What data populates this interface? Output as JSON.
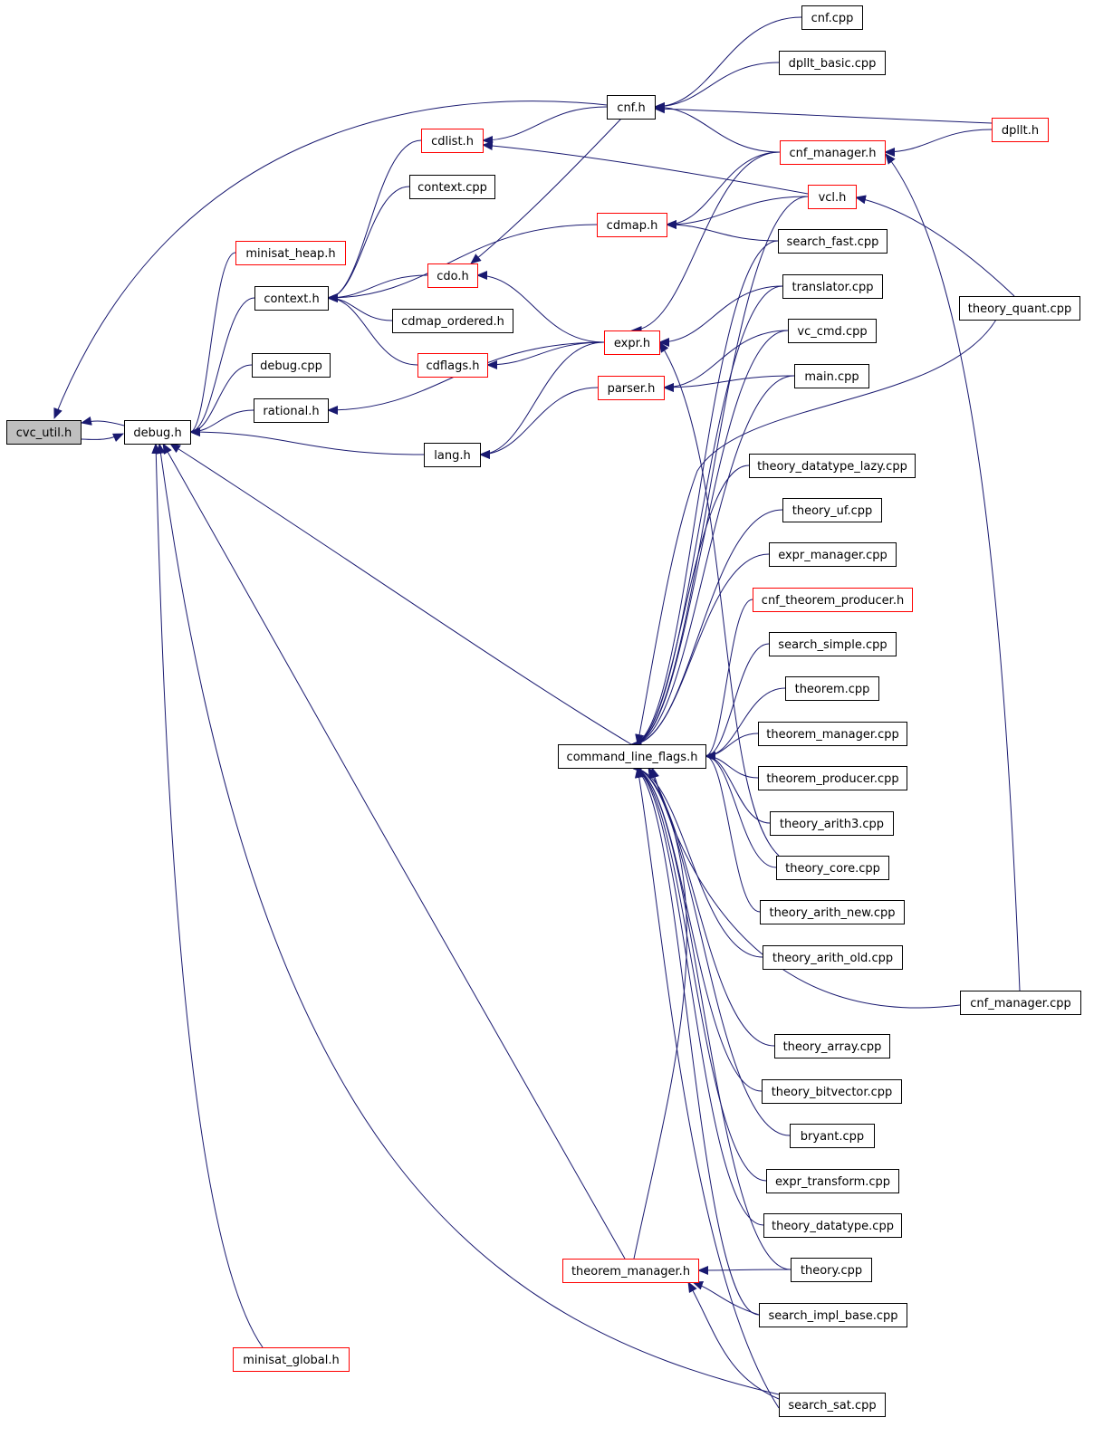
{
  "graph": {
    "colors": {
      "edge": "#191970",
      "border_normal": "#000000",
      "border_incomplete": "#ff0000",
      "root_fill": "#bfbfbf",
      "node_fill": "#ffffff"
    },
    "nodes": [
      {
        "id": "cvc_util",
        "label": "cvc_util.h",
        "kind": "root"
      },
      {
        "id": "debug_h",
        "label": "debug.h",
        "kind": "normal"
      },
      {
        "id": "minisat_heap",
        "label": "minisat_heap.h",
        "kind": "incomplete"
      },
      {
        "id": "context_h",
        "label": "context.h",
        "kind": "normal"
      },
      {
        "id": "debug_cpp",
        "label": "debug.cpp",
        "kind": "normal"
      },
      {
        "id": "rational_h",
        "label": "rational.h",
        "kind": "normal"
      },
      {
        "id": "minisat_global",
        "label": "minisat_global.h",
        "kind": "incomplete"
      },
      {
        "id": "cdlist_h",
        "label": "cdlist.h",
        "kind": "incomplete"
      },
      {
        "id": "context_cpp",
        "label": "context.cpp",
        "kind": "normal"
      },
      {
        "id": "cdo_h",
        "label": "cdo.h",
        "kind": "incomplete"
      },
      {
        "id": "cdmap_ordered",
        "label": "cdmap_ordered.h",
        "kind": "normal"
      },
      {
        "id": "cdflags_h",
        "label": "cdflags.h",
        "kind": "incomplete"
      },
      {
        "id": "lang_h",
        "label": "lang.h",
        "kind": "normal"
      },
      {
        "id": "cnf_h",
        "label": "cnf.h",
        "kind": "normal"
      },
      {
        "id": "cdmap_h",
        "label": "cdmap.h",
        "kind": "incomplete"
      },
      {
        "id": "expr_h",
        "label": "expr.h",
        "kind": "incomplete"
      },
      {
        "id": "parser_h",
        "label": "parser.h",
        "kind": "incomplete"
      },
      {
        "id": "cmdflags_h",
        "label": "command_line_flags.h",
        "kind": "normal"
      },
      {
        "id": "thm_manager_h",
        "label": "theorem_manager.h",
        "kind": "incomplete"
      },
      {
        "id": "cnf_cpp",
        "label": "cnf.cpp",
        "kind": "normal"
      },
      {
        "id": "dpllt_basic",
        "label": "dpllt_basic.cpp",
        "kind": "normal"
      },
      {
        "id": "cnf_manager_h",
        "label": "cnf_manager.h",
        "kind": "incomplete"
      },
      {
        "id": "vcl_h",
        "label": "vcl.h",
        "kind": "incomplete"
      },
      {
        "id": "search_fast",
        "label": "search_fast.cpp",
        "kind": "normal"
      },
      {
        "id": "translator",
        "label": "translator.cpp",
        "kind": "normal"
      },
      {
        "id": "vc_cmd",
        "label": "vc_cmd.cpp",
        "kind": "normal"
      },
      {
        "id": "main_cpp",
        "label": "main.cpp",
        "kind": "normal"
      },
      {
        "id": "tdt_lazy",
        "label": "theory_datatype_lazy.cpp",
        "kind": "normal"
      },
      {
        "id": "theory_uf",
        "label": "theory_uf.cpp",
        "kind": "normal"
      },
      {
        "id": "expr_manager",
        "label": "expr_manager.cpp",
        "kind": "normal"
      },
      {
        "id": "cnf_thm_prod",
        "label": "cnf_theorem_producer.h",
        "kind": "incomplete"
      },
      {
        "id": "search_simple",
        "label": "search_simple.cpp",
        "kind": "normal"
      },
      {
        "id": "theorem_cpp",
        "label": "theorem.cpp",
        "kind": "normal"
      },
      {
        "id": "thm_manager_cpp",
        "label": "theorem_manager.cpp",
        "kind": "normal"
      },
      {
        "id": "thm_producer",
        "label": "theorem_producer.cpp",
        "kind": "normal"
      },
      {
        "id": "theory_arith3",
        "label": "theory_arith3.cpp",
        "kind": "normal"
      },
      {
        "id": "theory_core",
        "label": "theory_core.cpp",
        "kind": "normal"
      },
      {
        "id": "theory_arith_new",
        "label": "theory_arith_new.cpp",
        "kind": "normal"
      },
      {
        "id": "theory_arith_old",
        "label": "theory_arith_old.cpp",
        "kind": "normal"
      },
      {
        "id": "theory_array",
        "label": "theory_array.cpp",
        "kind": "normal"
      },
      {
        "id": "theory_bitvector",
        "label": "theory_bitvector.cpp",
        "kind": "normal"
      },
      {
        "id": "bryant",
        "label": "bryant.cpp",
        "kind": "normal"
      },
      {
        "id": "expr_transform",
        "label": "expr_transform.cpp",
        "kind": "normal"
      },
      {
        "id": "theory_datatype",
        "label": "theory_datatype.cpp",
        "kind": "normal"
      },
      {
        "id": "theory_cpp",
        "label": "theory.cpp",
        "kind": "normal"
      },
      {
        "id": "search_impl_base",
        "label": "search_impl_base.cpp",
        "kind": "normal"
      },
      {
        "id": "search_sat",
        "label": "search_sat.cpp",
        "kind": "normal"
      },
      {
        "id": "dpllt_h",
        "label": "dpllt.h",
        "kind": "incomplete"
      },
      {
        "id": "theory_quant",
        "label": "theory_quant.cpp",
        "kind": "normal"
      },
      {
        "id": "cnf_manager_cpp",
        "label": "cnf_manager.cpp",
        "kind": "normal"
      }
    ],
    "edges": [
      [
        "debug_h",
        "cvc_util"
      ],
      [
        "cvc_util",
        "debug_h"
      ],
      [
        "cnf_h",
        "cvc_util"
      ],
      [
        "minisat_heap",
        "debug_h"
      ],
      [
        "context_h",
        "debug_h"
      ],
      [
        "debug_cpp",
        "debug_h"
      ],
      [
        "rational_h",
        "debug_h"
      ],
      [
        "lang_h",
        "debug_h"
      ],
      [
        "cmdflags_h",
        "debug_h"
      ],
      [
        "thm_manager_h",
        "debug_h"
      ],
      [
        "search_sat",
        "debug_h"
      ],
      [
        "minisat_global",
        "debug_h"
      ],
      [
        "cdlist_h",
        "context_h"
      ],
      [
        "context_cpp",
        "context_h"
      ],
      [
        "cdmap_h",
        "context_h"
      ],
      [
        "cdo_h",
        "context_h"
      ],
      [
        "cdmap_ordered",
        "context_h"
      ],
      [
        "cdflags_h",
        "context_h"
      ],
      [
        "expr_h",
        "rational_h"
      ],
      [
        "cnf_h",
        "cdlist_h"
      ],
      [
        "vcl_h",
        "cdlist_h"
      ],
      [
        "cnf_h",
        "cdo_h"
      ],
      [
        "expr_h",
        "cdo_h"
      ],
      [
        "expr_h",
        "cdflags_h"
      ],
      [
        "expr_h",
        "lang_h"
      ],
      [
        "parser_h",
        "lang_h"
      ],
      [
        "cnf_cpp",
        "cnf_h"
      ],
      [
        "dpllt_basic",
        "cnf_h"
      ],
      [
        "cnf_manager_h",
        "cnf_h"
      ],
      [
        "dpllt_h",
        "cnf_h"
      ],
      [
        "cnf_manager_h",
        "cdmap_h"
      ],
      [
        "vcl_h",
        "cdmap_h"
      ],
      [
        "search_fast",
        "cdmap_h"
      ],
      [
        "cnf_manager_h",
        "expr_h"
      ],
      [
        "translator",
        "expr_h"
      ],
      [
        "theory_core",
        "expr_h"
      ],
      [
        "vc_cmd",
        "parser_h"
      ],
      [
        "main_cpp",
        "parser_h"
      ],
      [
        "dpllt_h",
        "cnf_manager_h"
      ],
      [
        "cnf_manager_cpp",
        "cnf_manager_h"
      ],
      [
        "theory_quant",
        "vcl_h"
      ],
      [
        "search_sat",
        "thm_manager_h"
      ],
      [
        "theory_cpp",
        "thm_manager_h"
      ],
      [
        "search_impl_base",
        "thm_manager_h"
      ],
      [
        "thm_manager_h",
        "cmdflags_h"
      ],
      [
        "vcl_h",
        "cmdflags_h"
      ],
      [
        "search_fast",
        "cmdflags_h"
      ],
      [
        "translator",
        "cmdflags_h"
      ],
      [
        "vc_cmd",
        "cmdflags_h"
      ],
      [
        "main_cpp",
        "cmdflags_h"
      ],
      [
        "tdt_lazy",
        "cmdflags_h"
      ],
      [
        "theory_uf",
        "cmdflags_h"
      ],
      [
        "expr_manager",
        "cmdflags_h"
      ],
      [
        "cnf_thm_prod",
        "cmdflags_h"
      ],
      [
        "search_simple",
        "cmdflags_h"
      ],
      [
        "theorem_cpp",
        "cmdflags_h"
      ],
      [
        "thm_manager_cpp",
        "cmdflags_h"
      ],
      [
        "thm_producer",
        "cmdflags_h"
      ],
      [
        "theory_arith3",
        "cmdflags_h"
      ],
      [
        "theory_core",
        "cmdflags_h"
      ],
      [
        "theory_arith_new",
        "cmdflags_h"
      ],
      [
        "theory_arith_old",
        "cmdflags_h"
      ],
      [
        "cnf_manager_cpp",
        "cmdflags_h"
      ],
      [
        "theory_array",
        "cmdflags_h"
      ],
      [
        "theory_bitvector",
        "cmdflags_h"
      ],
      [
        "bryant",
        "cmdflags_h"
      ],
      [
        "expr_transform",
        "cmdflags_h"
      ],
      [
        "theory_datatype",
        "cmdflags_h"
      ],
      [
        "theory_cpp",
        "cmdflags_h"
      ],
      [
        "search_impl_base",
        "cmdflags_h"
      ],
      [
        "search_sat",
        "cmdflags_h"
      ],
      [
        "theory_quant",
        "cmdflags_h"
      ]
    ]
  }
}
